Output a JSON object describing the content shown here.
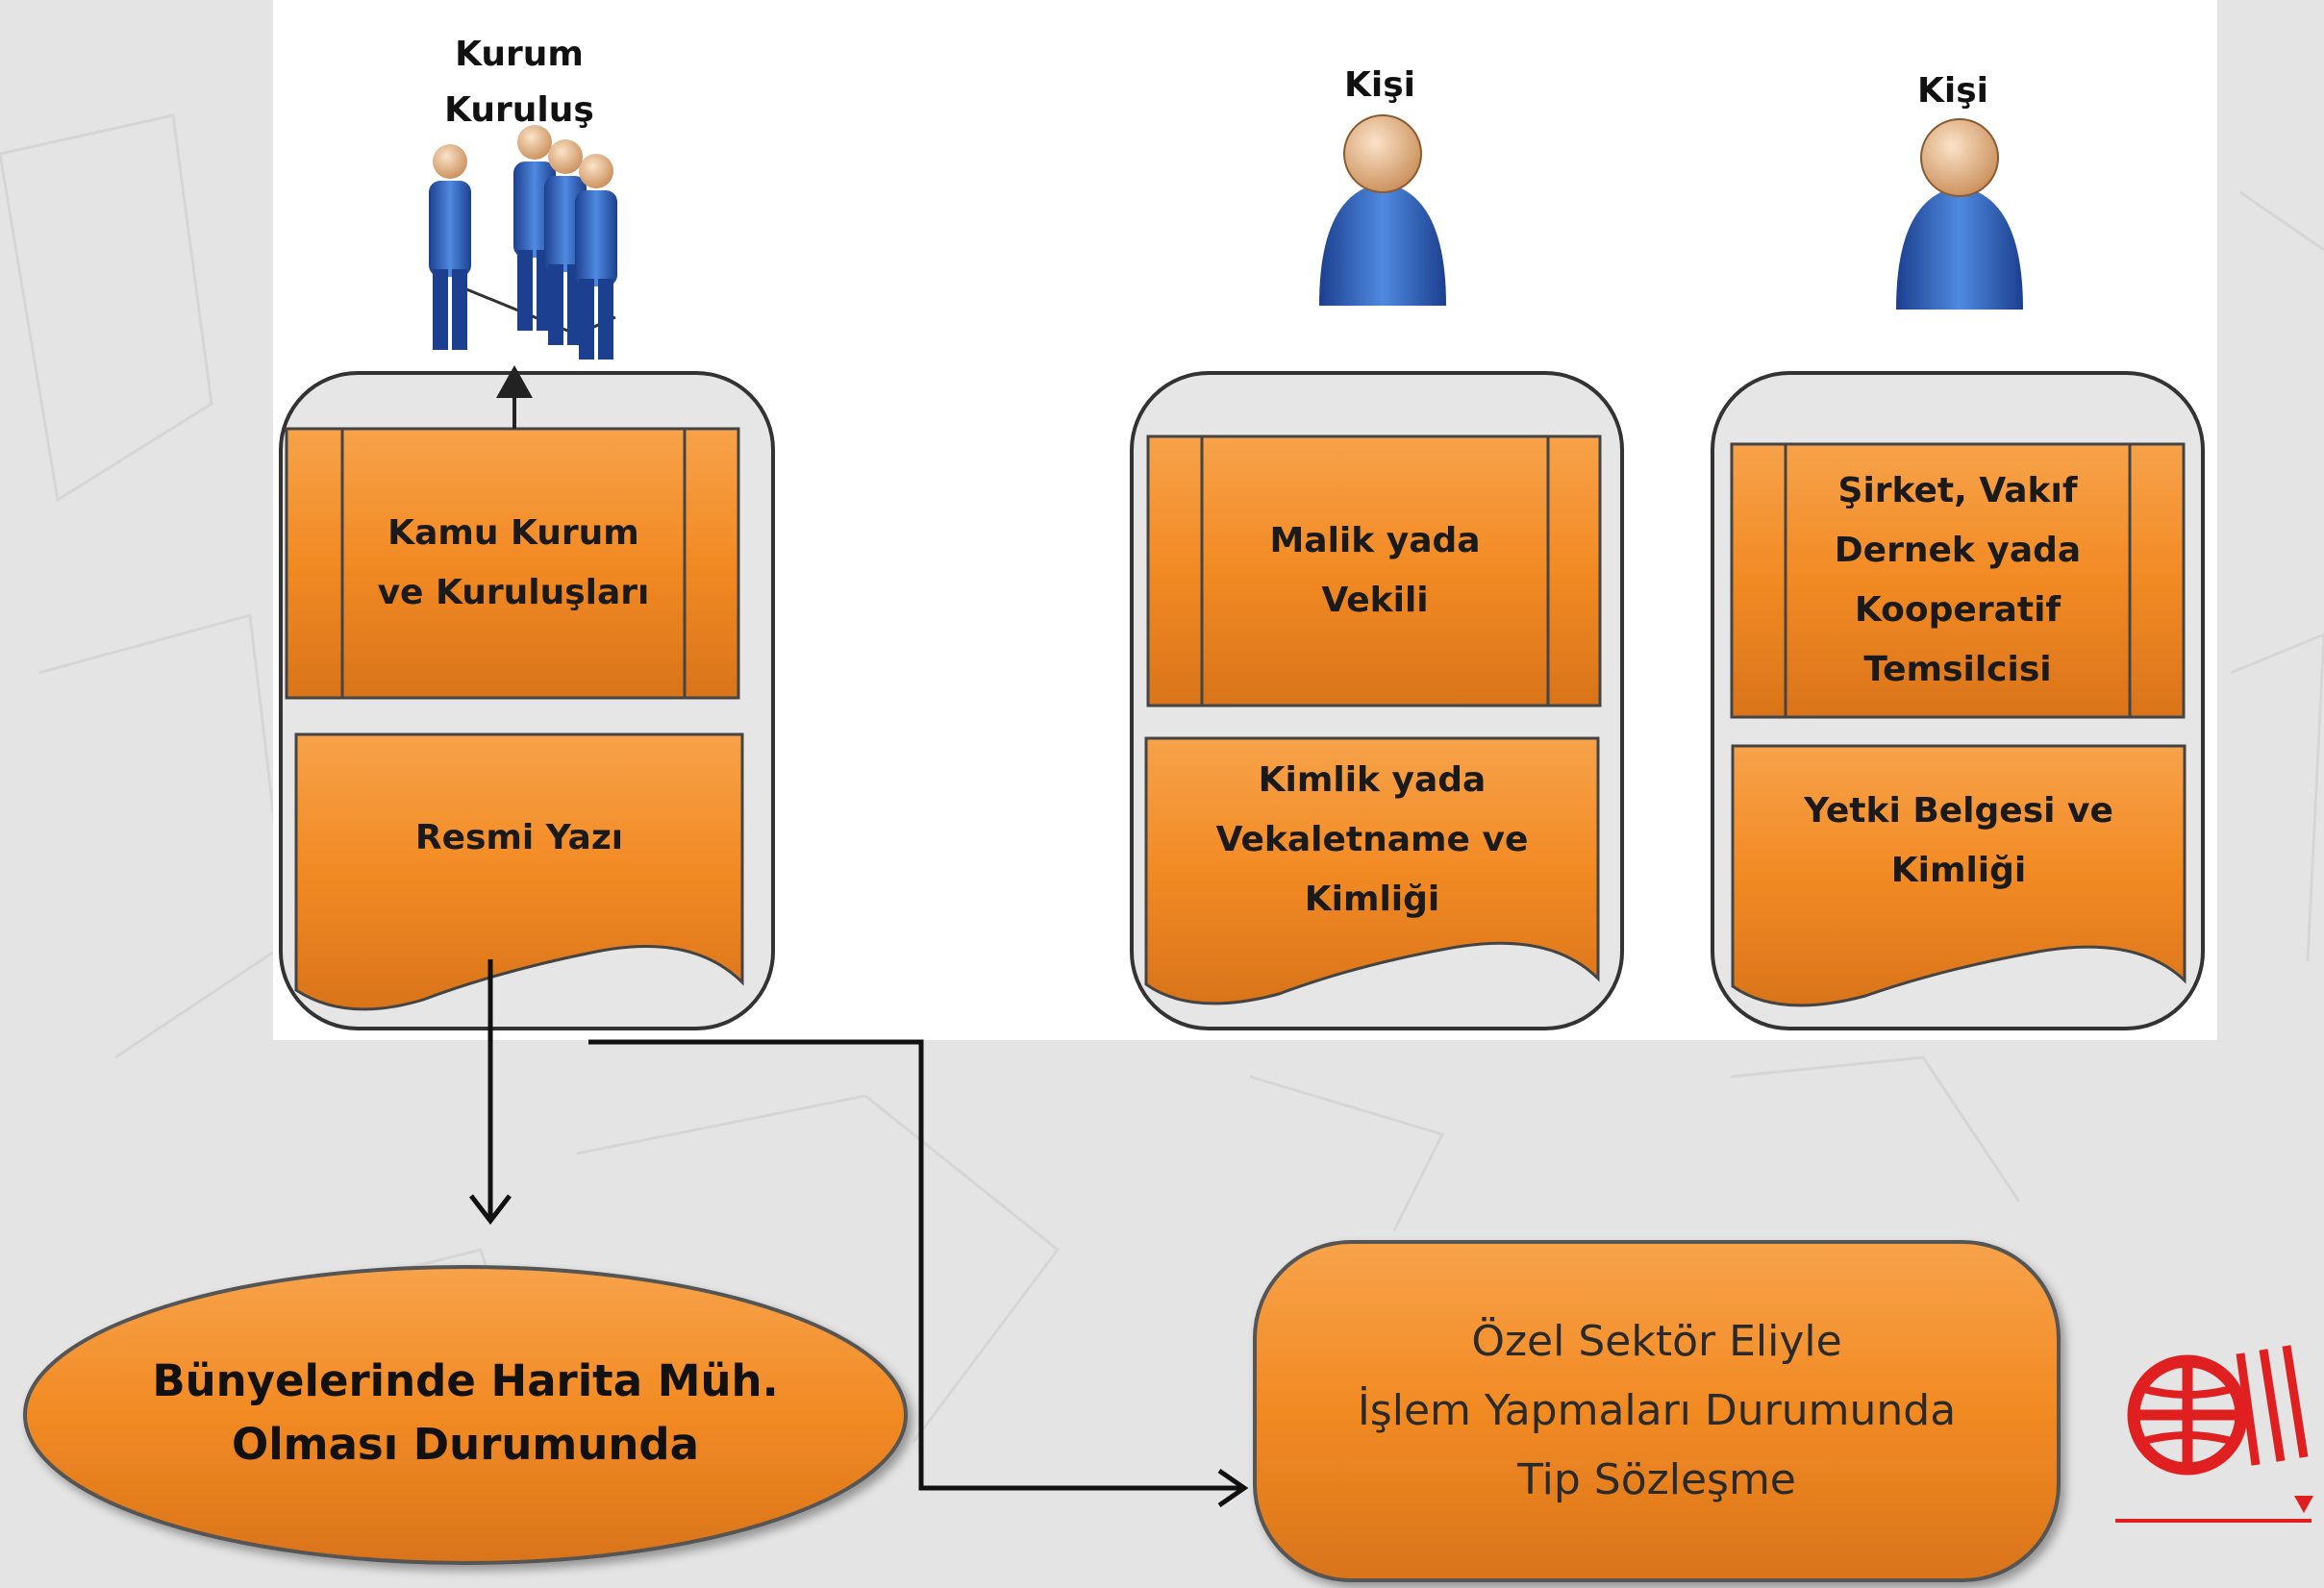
{
  "actors": {
    "institution": {
      "label_line1": "Kurum",
      "label_line2": "Kuruluş"
    },
    "person_middle": {
      "label": "Kişi"
    },
    "person_right": {
      "label": "Kişi"
    }
  },
  "columns": {
    "left": {
      "process_line1": "Kamu Kurum",
      "process_line2": "ve Kuruluşları",
      "document_label": "Resmi Yazı"
    },
    "middle": {
      "process_line1": "Malik yada",
      "process_line2": "Vekili",
      "document_line1": "Kimlik yada",
      "document_line2": "Vekaletname ve",
      "document_line3": "Kimliği"
    },
    "right": {
      "process_line1": "Şirket, Vakıf",
      "process_line2": "Dernek yada",
      "process_line3": "Kooperatif",
      "process_line4": "Temsilcisi",
      "document_line1": "Yetki Belgesi ve",
      "document_line2": "Kimliği"
    }
  },
  "outcomes": {
    "ellipse": {
      "line1": "Bünyelerinde Harita Müh.",
      "line2": "Olması Durumunda"
    },
    "rounded_box": {
      "line1": "Özel Sektör Eliyle",
      "line2": "İşlem Yapmaları Durumunda",
      "line3": "Tip Sözleşme"
    }
  },
  "colors": {
    "orange": "#f28a23",
    "orange_dark": "#d9741a",
    "container_fill": "#e6e6e6",
    "person_blue": "#2f63c4",
    "logo_red": "#e02020"
  },
  "icons": {
    "institution": "group-of-people-icon",
    "person": "person-icon",
    "logo": "globe-logo-icon"
  }
}
